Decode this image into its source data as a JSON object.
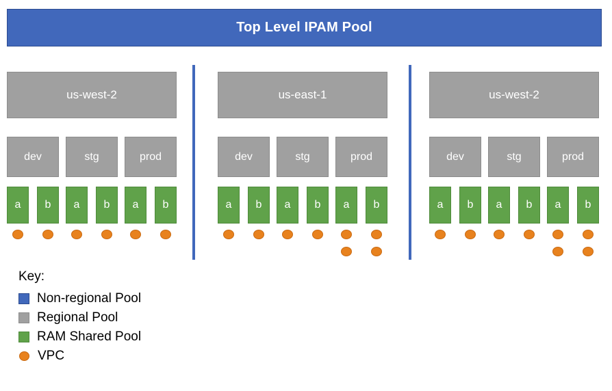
{
  "diagram": {
    "title": "Top Level IPAM Pool",
    "colors": {
      "non_regional_pool": "#4168BB",
      "regional_pool": "#A0A0A0",
      "ram_shared_pool": "#60A24A",
      "vpc": "#E8821E",
      "background": "#FFFFFF"
    },
    "columns": [
      {
        "region": "us-west-2",
        "environments": [
          {
            "name": "dev",
            "azs": [
              {
                "label": "a",
                "vpcs": 1
              },
              {
                "label": "b",
                "vpcs": 1
              }
            ]
          },
          {
            "name": "stg",
            "azs": [
              {
                "label": "a",
                "vpcs": 1
              },
              {
                "label": "b",
                "vpcs": 1
              }
            ]
          },
          {
            "name": "prod",
            "azs": [
              {
                "label": "a",
                "vpcs": 1
              },
              {
                "label": "b",
                "vpcs": 1
              }
            ]
          }
        ]
      },
      {
        "region": "us-east-1",
        "environments": [
          {
            "name": "dev",
            "azs": [
              {
                "label": "a",
                "vpcs": 1
              },
              {
                "label": "b",
                "vpcs": 1
              }
            ]
          },
          {
            "name": "stg",
            "azs": [
              {
                "label": "a",
                "vpcs": 1
              },
              {
                "label": "b",
                "vpcs": 1
              }
            ]
          },
          {
            "name": "prod",
            "azs": [
              {
                "label": "a",
                "vpcs": 2
              },
              {
                "label": "b",
                "vpcs": 2
              }
            ]
          }
        ]
      },
      {
        "region": "us-west-2",
        "environments": [
          {
            "name": "dev",
            "azs": [
              {
                "label": "a",
                "vpcs": 1
              },
              {
                "label": "b",
                "vpcs": 1
              }
            ]
          },
          {
            "name": "stg",
            "azs": [
              {
                "label": "a",
                "vpcs": 1
              },
              {
                "label": "b",
                "vpcs": 1
              }
            ]
          },
          {
            "name": "prod",
            "azs": [
              {
                "label": "a",
                "vpcs": 2
              },
              {
                "label": "b",
                "vpcs": 2
              }
            ]
          }
        ]
      }
    ],
    "legend": {
      "title": "Key:",
      "items": [
        {
          "swatch": "square",
          "color": "#4168BB",
          "label": "Non-regional Pool"
        },
        {
          "swatch": "square",
          "color": "#A0A0A0",
          "label": "Regional Pool"
        },
        {
          "swatch": "square",
          "color": "#60A24A",
          "label": "RAM Shared Pool"
        },
        {
          "swatch": "circle",
          "color": "#E8821E",
          "label": "VPC"
        }
      ]
    }
  }
}
